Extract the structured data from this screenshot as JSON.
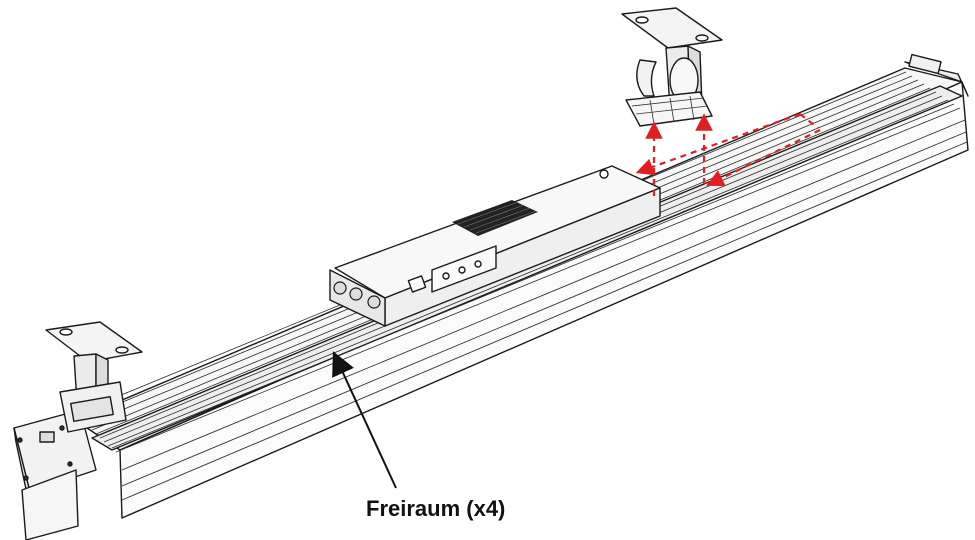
{
  "diagram": {
    "callout_label": "Freiraum (x4)",
    "colors": {
      "line": "#1a1a1a",
      "body_fill": "#f4f4f4",
      "shadow_fill": "#e2e2e2",
      "arrow": "#e02020",
      "vent": "#222222"
    },
    "icons": [
      "light-bar-fixture",
      "mounting-bracket",
      "control-box",
      "dashed-arrow"
    ]
  }
}
